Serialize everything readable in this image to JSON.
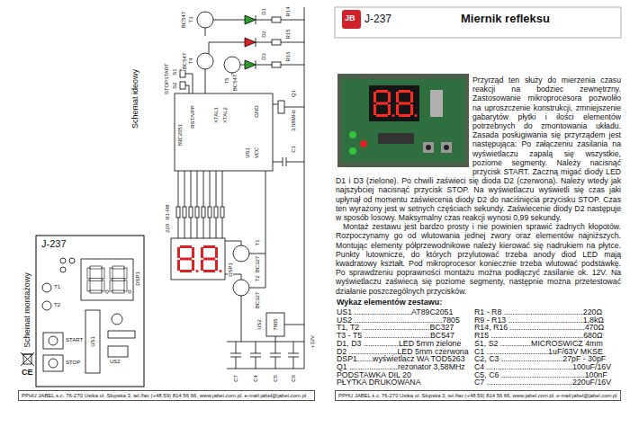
{
  "diagram": {
    "title": "Miernik refleksu",
    "nodes": [
      {
        "text": [
          "PPHU JABEL s.c. 76-270 Ustka ul. Słupska 3, tel./fax (+48 59) 814 56 66, www.jabel.com.pl, e-mail:jabel@jabel.com.pl"
        ]
      },
      {
        "text": [
          "PPHU JABEL s.c. 76-270 Ustka ul. Słupska 3, tel./fax (+48 59) 814 56 66, www.jabel.com.pl, e-mail:jabel@jabel.com.pl"
        ]
      }
    ],
    "labels": [
      "J-237",
      "Przyrząd ten służy do mierzenia czasu reakcji na bodziec zewnętrzny. Zastosowanie mikroprocesora pozwoliło na uproszczenie konstrukcji, zmniejszenie gabarytów płytki i ilości elementów potrzebnych do zmontowania układu. Zasada posługiwania się przyrządem jest następująca: Po załączeniu zasilania na wyświetlaczu zapalą się wszystkie, poziome segmenty. Należy nacisnąć przycisk START. Zaczną migać diody LED D1 i D3 (zielone). Po chwili zaświeci się dioda D2 (czerwona). Należy wtedy jak najszybciej nacisnąć przycisk STOP. Na wyświetlaczu wyświetli się czas jaki upłynął od momentu zaświecenia diody D2 do naciśnięcia przycisku STOP. Czas ten wyrażony jest w setnych częściach sekundy. Zaświecenie diody D2 następuje w sposób losowy. Maksymalny czas reakcji wynosi 0,99 sekundy.",
      "Montaż zestawu jest bardzo prosty i nie powinien sprawić żadnych kłopotów. Rozpoczynamy go od wlutowania jednej zwory oraz elementów najniższych. Montując elementy półprzewodnikowe należy kierować się nadrukiem na płytce. Punkty lutownicze, do których przylutować trzeba anody diod LED mają kwadratowy kształt. Pod mikroprocesor koniecznie trzeba wlutować podstawkę. Po sprawdzeniu poprawności montażu można podłączyć zasilanie ok. 12V. Na wyświetlaczu zaświecą się poziome segmenty, następnie można przetestować działanie poszczególnych przycisków.",
      "Wykaz elementów zestawu:",
      "US1 ..........................AT89C2051",
      "US2 ........................................7805",
      "T1, T2 ...............................BC327",
      "T3 - T5 ..............................BC547",
      "D1, D3 ................LED 5mm zielone",
      "D2 ......................LED 5mm czerwona",
      "DSP1.......wyświetlacz WA TOD5263",
      "Q1 ......................rezonator 3,58MHz",
      "PODSTAWKA DIL 20",
      "PŁYTKA DRUKOWANA",
      "R1 - R8 ....................................220Ω",
      "R9 - R13 ..................................1,8kΩ",
      "R14, R16 ..................................470Ω",
      "R15 ..........................................680Ω",
      "S1, S2 ..............MICROSWICZ 4mm",
      "C1 ............................1uF/63V MKSE",
      "C2, C3 ............................27pF - 30pF",
      "C4 .......................................100uF/16V",
      "C5, C6 ......................................100nF",
      "C7 .......................................220uF/16V",
      "Schemat ideowy",
      "Schemat montażowy",
      "J-237",
      "89C2051",
      "US1",
      "RST/VPP",
      "XTAL1",
      "XTAL2",
      "GND",
      "VCC",
      "T3",
      "BC547",
      "T4",
      "BC547",
      "T5",
      "BC547",
      "D1",
      "D2",
      "D3",
      "R14",
      "R15",
      "R16",
      "S1",
      "S2",
      "START",
      "STOP",
      "Q1",
      "3,58MHz",
      "C1",
      "R1-R8",
      "220",
      "DSP1",
      "T1",
      "BC327",
      "T2",
      "BC327",
      "US2",
      "7805",
      "C7",
      "C4",
      "C5",
      "C6",
      "+12V",
      "DSP1",
      "US1",
      "START",
      "STOP",
      "US2",
      "T1",
      "T2",
      "CE",
      "JB"
    ]
  }
}
